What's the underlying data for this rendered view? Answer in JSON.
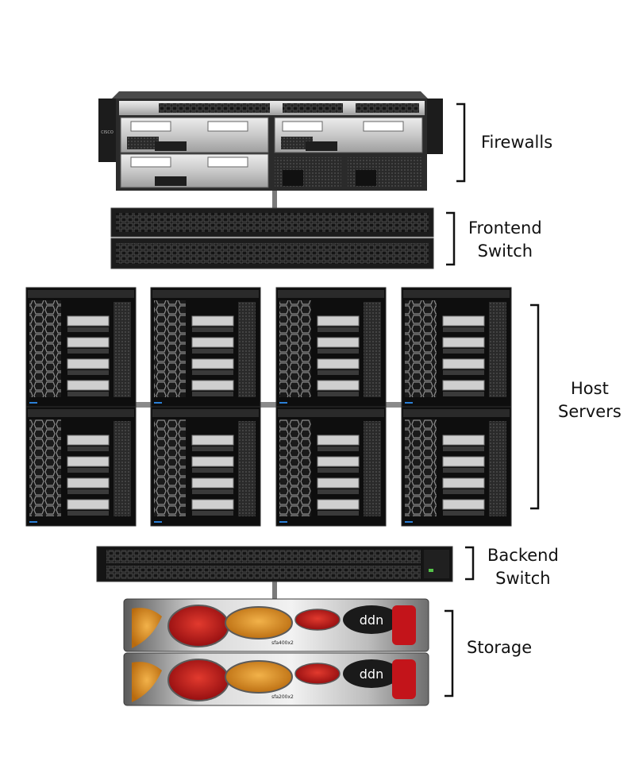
{
  "labels": {
    "firewalls": "Firewalls",
    "frontend_switch": [
      "Frontend",
      "Switch"
    ],
    "host_servers": [
      "Host",
      "Servers"
    ],
    "backend_switch": [
      "Backend",
      "Switch"
    ],
    "storage": "Storage"
  },
  "device_text": {
    "firewall_brand": "CISCO",
    "storage_brand": "ddn",
    "storage_models": [
      "sfa400x2",
      "sfa200x2"
    ]
  },
  "colors": {
    "ink": "#111111",
    "chassis_dark": "#1b1b1b",
    "server_bg": "#0e0e0e",
    "metal": "#d4d4d4",
    "connector": "#7a7a7a",
    "storage_red": "#c3141a",
    "storage_orange": "#e39522"
  },
  "counts": {
    "host_servers": 8,
    "frontend_switch_units": 2,
    "storage_units": 2
  }
}
